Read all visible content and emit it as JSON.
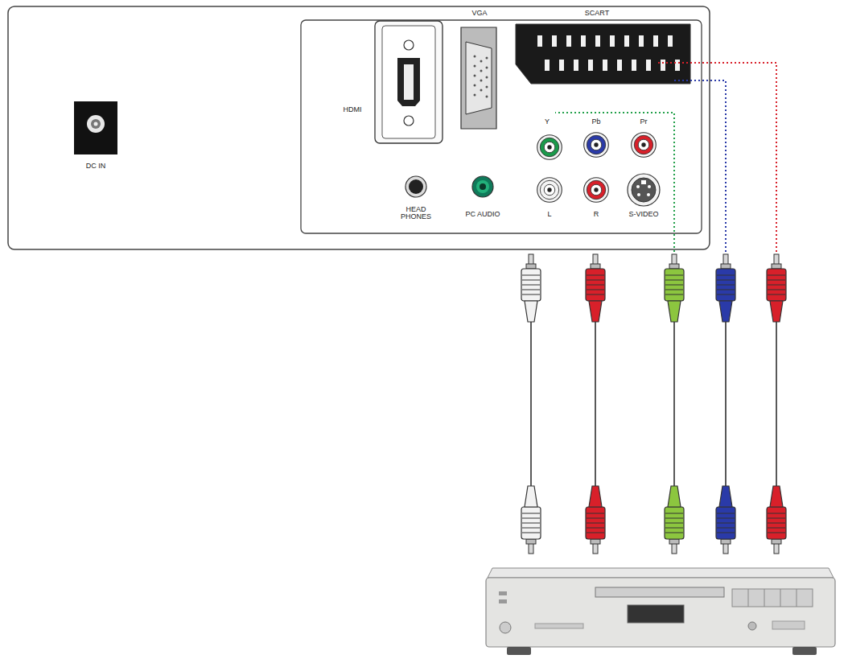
{
  "diagram": {
    "labels": [
      "DC IN",
      "HDMI",
      "VGA",
      "SCART",
      "Y",
      "Pb",
      "Pr",
      "HEAD PHONES",
      "PC AUDIO",
      "L",
      "R",
      "S-VIDEO"
    ]
  }
}
